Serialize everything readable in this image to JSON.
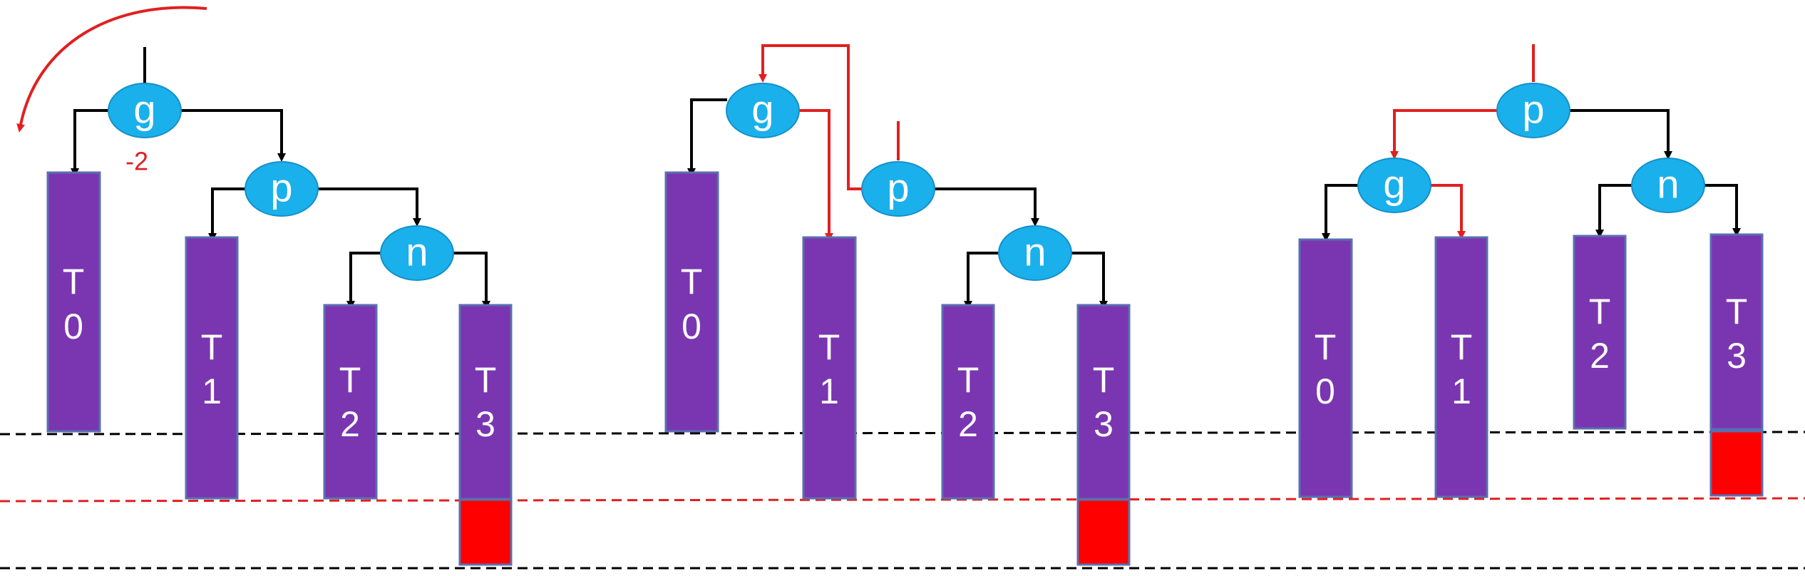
{
  "colors": {
    "node_fill": "#1ab0ec",
    "node_stroke": "#1590c8",
    "subtree_fill": "#7a36b0",
    "subtree_stroke": "#5a6fb0",
    "edge_black": "#000000",
    "edge_red": "#e02020",
    "overflow_fill": "#ff0000",
    "level_line_black": "#000000",
    "level_line_red": "#e02020",
    "text_white": "#ffffff"
  },
  "panels": [
    {
      "nodes": {
        "g": "g",
        "p": "p",
        "n": "n"
      },
      "subtrees": {
        "T0": [
          "T",
          "0"
        ],
        "T1": [
          "T",
          "1"
        ],
        "T2": [
          "T",
          "2"
        ],
        "T3": [
          "T",
          "3"
        ]
      },
      "balance_factor": "-2"
    },
    {
      "nodes": {
        "g": "g",
        "p": "p",
        "n": "n"
      },
      "subtrees": {
        "T0": [
          "T",
          "0"
        ],
        "T1": [
          "T",
          "1"
        ],
        "T2": [
          "T",
          "2"
        ],
        "T3": [
          "T",
          "3"
        ]
      }
    },
    {
      "nodes": {
        "p": "p",
        "g": "g",
        "n": "n"
      },
      "subtrees": {
        "T0": [
          "T",
          "0"
        ],
        "T1": [
          "T",
          "1"
        ],
        "T2": [
          "T",
          "2"
        ],
        "T3": [
          "T",
          "3"
        ]
      }
    }
  ]
}
